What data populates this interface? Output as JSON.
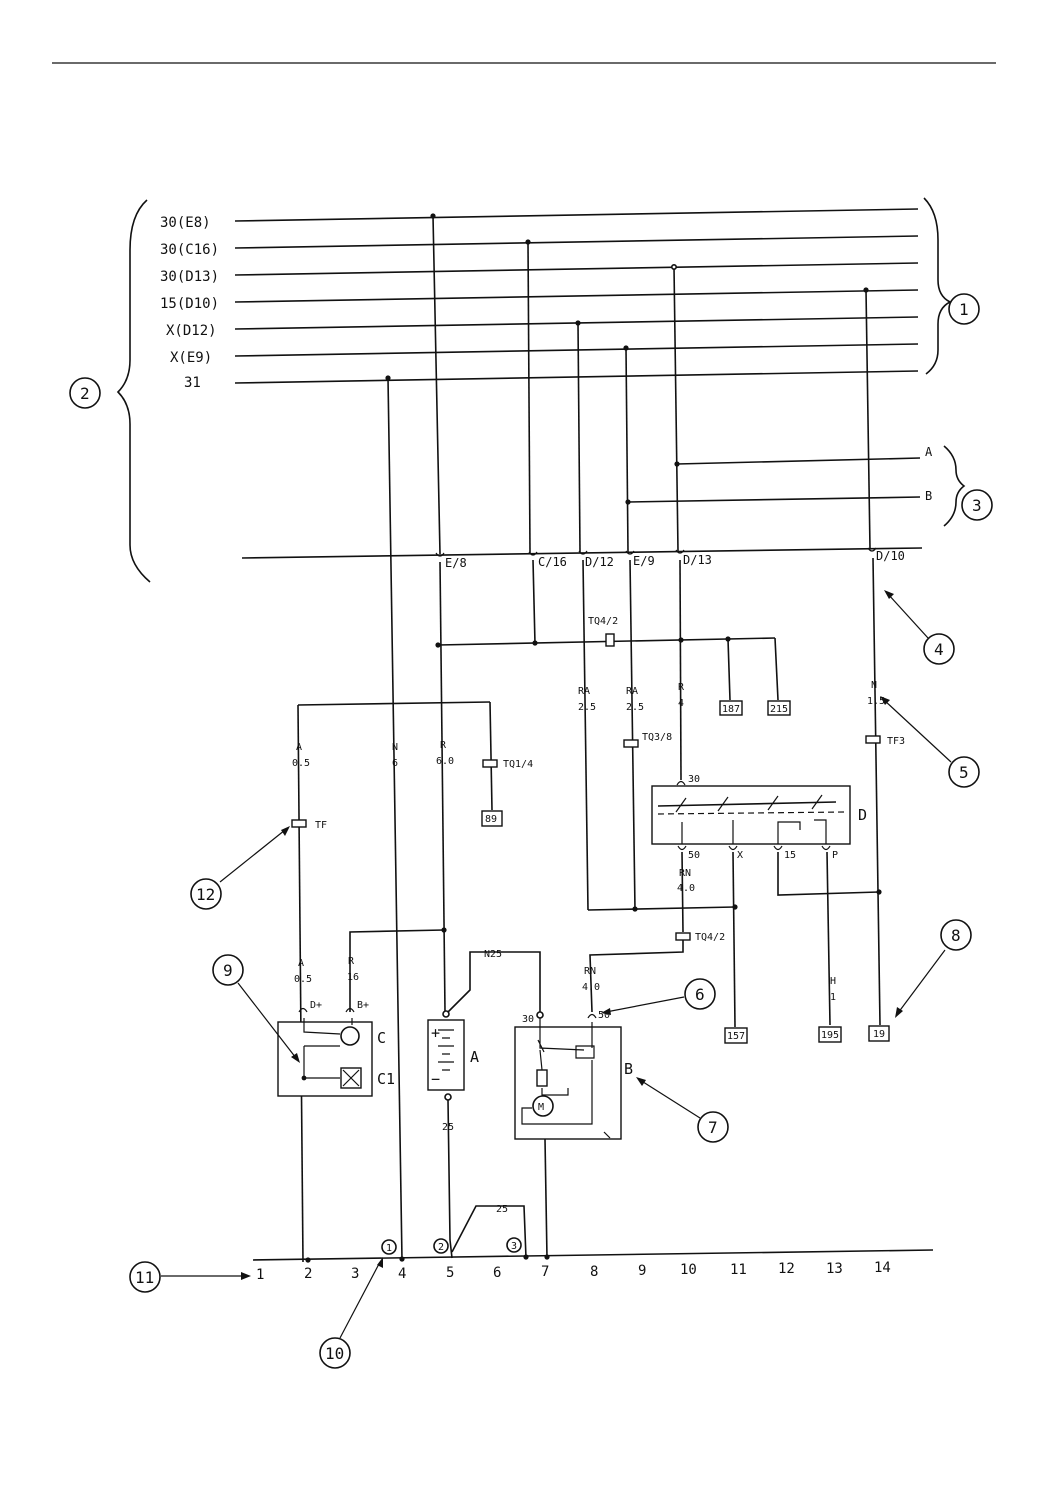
{
  "buses": [
    {
      "label": "30(E8)"
    },
    {
      "label": "30(C16)"
    },
    {
      "label": "30(D13)"
    },
    {
      "label": "15(D10)"
    },
    {
      "label": "X(D12)"
    },
    {
      "label": "X(E9)"
    },
    {
      "label": "31"
    }
  ],
  "connector_pins": [
    "E/8",
    "C/16",
    "D/12",
    "E/9",
    "D/13",
    "D/10"
  ],
  "wire_codes": {
    "n6": [
      "N",
      "6"
    ],
    "r6": [
      "R",
      "6.0"
    ],
    "a05_top": [
      "A",
      "0.5"
    ],
    "a05_bot": [
      "A",
      "0.5"
    ],
    "r16": [
      "R",
      "16"
    ],
    "ra_left": [
      "RA",
      "2.5"
    ],
    "ra_right": [
      "RA",
      "2.5"
    ],
    "r4": [
      "R",
      "4"
    ],
    "n15": [
      "N",
      "1.5"
    ],
    "rn_top": [
      "RN",
      "4.0"
    ],
    "rn_bot": [
      "RN",
      "4.0"
    ],
    "h1": [
      "H",
      "1"
    ],
    "n25": "N25",
    "g25": "25",
    "g25b": "25"
  },
  "splices": {
    "tq42_top": "TQ4/2",
    "tq14": "TQ1/4",
    "tq38": "TQ3/8",
    "tf3": "TF3",
    "tf": "TF",
    "tq42_bot": "TQ4/2"
  },
  "refs": [
    "187",
    "215",
    "89",
    "157",
    "195",
    "19"
  ],
  "switch": {
    "letter": "D",
    "pin_in": "30",
    "pins_out": [
      "50",
      "X",
      "15",
      "P"
    ]
  },
  "alternator": {
    "letters": [
      "C",
      "C1"
    ],
    "pins": [
      "D+",
      "B+"
    ]
  },
  "battery": {
    "letter": "A",
    "plus": "+",
    "minus": "−"
  },
  "starter": {
    "letter": "B",
    "pin30": "30",
    "pin50": "50",
    "motor": "M"
  },
  "group_labels": [
    "A",
    "B"
  ],
  "ground_points": [
    "1",
    "2",
    "3"
  ],
  "grid": [
    "1",
    "2",
    "3",
    "4",
    "5",
    "6",
    "7",
    "8",
    "9",
    "10",
    "11",
    "12",
    "13",
    "14"
  ],
  "callouts": [
    "1",
    "2",
    "3",
    "4",
    "5",
    "6",
    "7",
    "8",
    "9",
    "10",
    "11",
    "12"
  ]
}
